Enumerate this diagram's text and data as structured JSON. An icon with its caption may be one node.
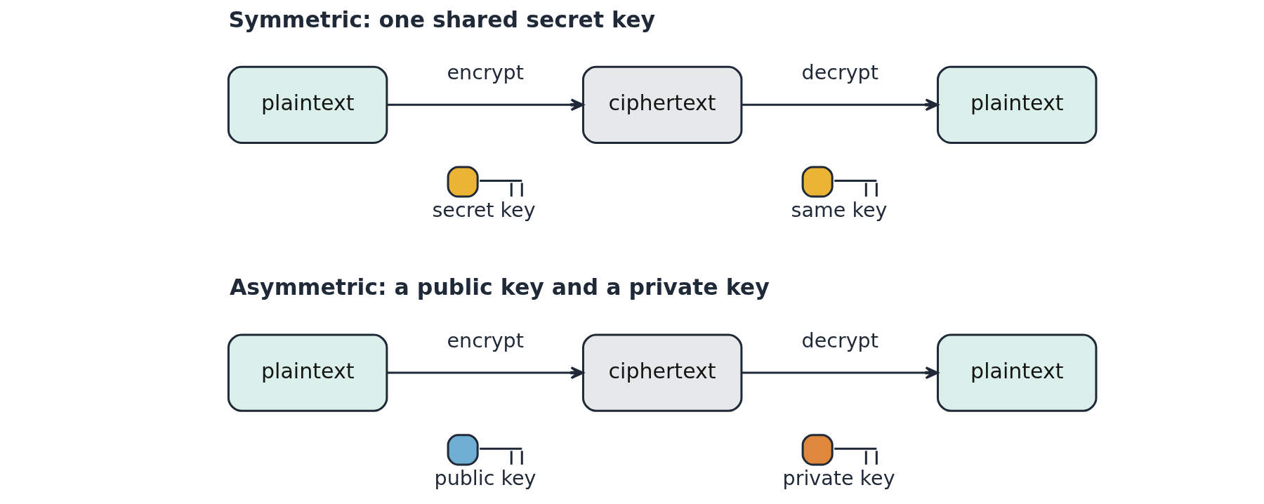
{
  "diagram": {
    "nodes": [
      {
        "text": [
          "plaintext"
        ]
      },
      {
        "text": [
          "ciphertext"
        ]
      },
      {
        "text": [
          "plaintext"
        ]
      },
      {
        "text": [
          "plaintext"
        ]
      },
      {
        "text": [
          "ciphertext"
        ]
      },
      {
        "text": [
          "plaintext"
        ]
      }
    ],
    "edges": [
      {
        "from": 0,
        "to": 1,
        "arrow": "to",
        "label": "encrypt"
      },
      {
        "from": 1,
        "to": 2,
        "arrow": "to",
        "label": "decrypt"
      },
      {
        "from": 3,
        "to": 4,
        "arrow": "to",
        "label": "encrypt"
      },
      {
        "from": 4,
        "to": 5,
        "arrow": "to",
        "label": "decrypt"
      }
    ],
    "labels": [
      "Symmetric: one shared secret key",
      "secret key",
      "same key",
      "Asymmetric: a public key and a private key",
      "public key",
      "private key"
    ]
  }
}
